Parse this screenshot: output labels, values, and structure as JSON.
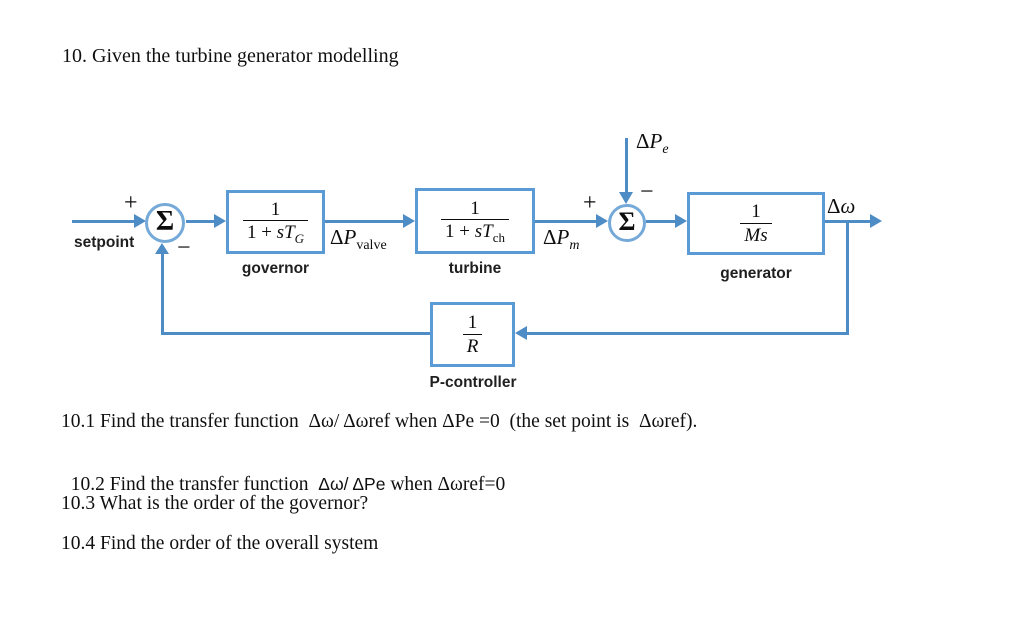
{
  "page": {
    "title": "10. Given the turbine generator modelling"
  },
  "colors": {
    "line": "#4e8cc6",
    "block_border": "#5b9bd5",
    "circle_border": "#74a9d8",
    "math": "#0d0d0d",
    "label": "#1f1f1f",
    "body_text": "#101010",
    "background": "#ffffff"
  },
  "diagram": {
    "sum1": {
      "symbol": "Σ",
      "plus": "+",
      "minus": "−"
    },
    "sum2": {
      "symbol": "Σ",
      "plus": "+",
      "minus": "−"
    },
    "blocks": {
      "governor": {
        "num": "1",
        "den_pre": "1 + ",
        "den_var": "sT",
        "den_sub": "G",
        "label": "governor"
      },
      "turbine": {
        "num": "1",
        "den_pre": "1 + ",
        "den_var": "sT",
        "den_sub": "ch",
        "label": "turbine"
      },
      "generator": {
        "num": "1",
        "den_var": "Ms",
        "label": "generator"
      },
      "pcontroller": {
        "num": "1",
        "den_var": "R",
        "label": "P-controller"
      }
    },
    "signals": {
      "setpoint": "setpoint",
      "valve_delta": "Δ",
      "valve_var": "P",
      "valve_sub": "valve",
      "pm_delta": "Δ",
      "pm_var": "P",
      "pm_sub": "m",
      "pe_delta": "Δ",
      "pe_var": "P",
      "pe_sub": "e",
      "omega_delta": "Δ",
      "omega_var": "ω"
    }
  },
  "questions": {
    "q1": "10.1 Find the transfer function  Δω/ Δωref when ΔPe =0  (the set point is  Δωref).",
    "q2_pre": "10.2 Find the transfer function  ",
    "q2_sans": "Δω/ ΔPe",
    "q2_post": " when Δωref=0",
    "q3": "10.3 What is the order of the governor?",
    "q4": "10.4 Find the order of the overall system"
  }
}
